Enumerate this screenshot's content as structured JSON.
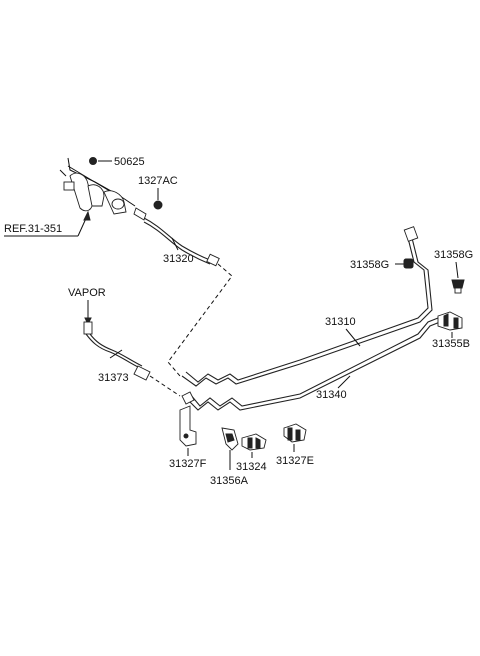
{
  "labels": {
    "p50625": "50625",
    "p1327AC": "1327AC",
    "ref": "REF.31-351",
    "p31320": "31320",
    "vapor": "VAPOR",
    "p31373": "31373",
    "p31358G_left": "31358G",
    "p31358G_right": "31358G",
    "p31310": "31310",
    "p31355B": "31355B",
    "p31340": "31340",
    "p31327F": "31327F",
    "p31324": "31324",
    "p31327E": "31327E",
    "p31356A": "31356A"
  }
}
